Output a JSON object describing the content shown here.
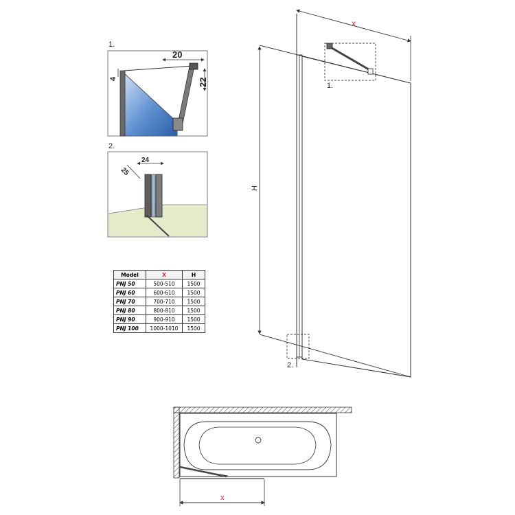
{
  "detail1": {
    "label": "1.",
    "dim_width": "20",
    "dim_height": "22",
    "dim_small": "4"
  },
  "detail2": {
    "label": "2.",
    "dim_depth": "25",
    "dim_width": "24"
  },
  "main_view": {
    "x_label": "x",
    "h_label": "H",
    "callout1": "1.",
    "callout2": "2."
  },
  "plan_view": {
    "x_label": "x"
  },
  "spec_table": {
    "headers": [
      "Model",
      "X",
      "H"
    ],
    "rows": [
      [
        "PNJ 50",
        "500-510",
        "1500"
      ],
      [
        "PNJ 60",
        "600-610",
        "1500"
      ],
      [
        "PNJ 70",
        "700-710",
        "1500"
      ],
      [
        "PNJ 80",
        "800-810",
        "1500"
      ],
      [
        "PNJ 90",
        "900-910",
        "1500"
      ],
      [
        "PNJ 100",
        "1000-1010",
        "1500"
      ]
    ]
  },
  "colors": {
    "accent_x": "#d03030",
    "glass_blue": "#3a6fb5",
    "floor_green": "#e3ebc8"
  }
}
